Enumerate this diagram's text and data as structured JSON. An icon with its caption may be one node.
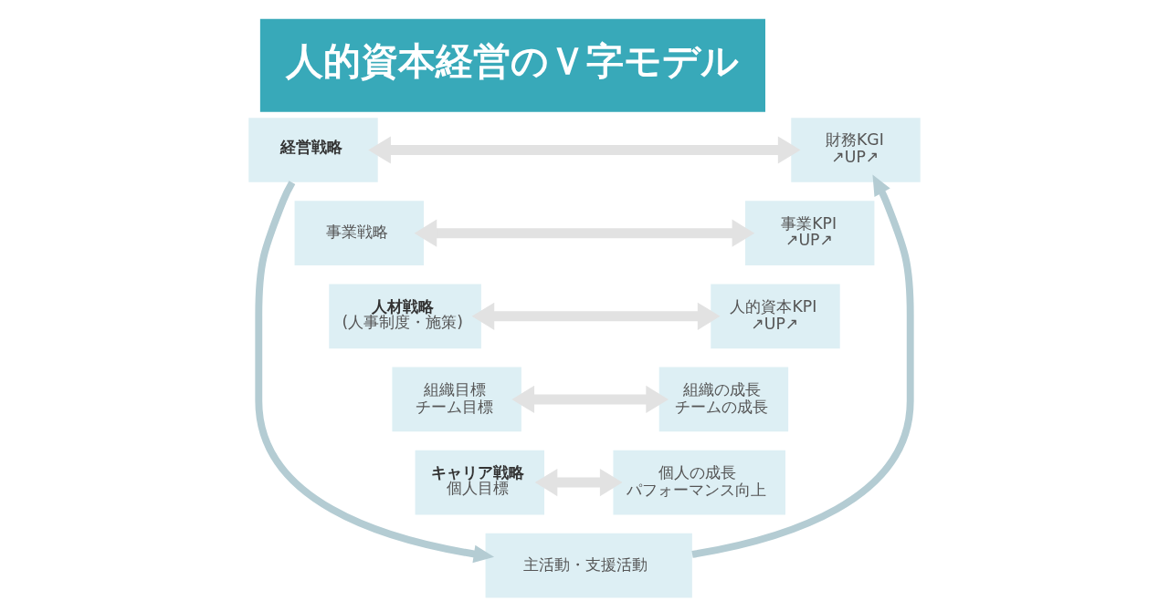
{
  "diagram": {
    "title": "人的資本経営のＶ字モデル",
    "nodes": [
      {
        "text": [
          "経営戦略"
        ]
      },
      {
        "text": [
          "財務KGI",
          "↗UP↗"
        ]
      },
      {
        "text": [
          "事業戦略"
        ]
      },
      {
        "text": [
          "事業KPI",
          "↗UP↗"
        ]
      },
      {
        "text": [
          "人材戦略",
          "(人事制度・施策)"
        ]
      },
      {
        "text": [
          "人的資本KPI",
          "↗UP↗"
        ]
      },
      {
        "text": [
          "組織目標",
          "チーム目標"
        ]
      },
      {
        "text": [
          "組織の成長",
          "チームの成長"
        ]
      },
      {
        "text": [
          "キャリア戦略",
          "個人目標"
        ]
      },
      {
        "text": [
          "個人の成長",
          "パフォーマンス向上"
        ]
      },
      {
        "text": [
          "主活動・支援活動"
        ]
      }
    ],
    "edges": [
      {
        "from": 0,
        "to": 1,
        "arrow": "both"
      },
      {
        "from": 2,
        "to": 3,
        "arrow": "both"
      },
      {
        "from": 4,
        "to": 5,
        "arrow": "both"
      },
      {
        "from": 6,
        "to": 7,
        "arrow": "both"
      },
      {
        "from": 8,
        "to": 9,
        "arrow": "both"
      },
      {
        "from": 0,
        "to": 10,
        "arrow": "to",
        "color": "#b4ccd3"
      },
      {
        "from": 10,
        "to": 1,
        "arrow": "to",
        "color": "#b4ccd3"
      }
    ]
  }
}
